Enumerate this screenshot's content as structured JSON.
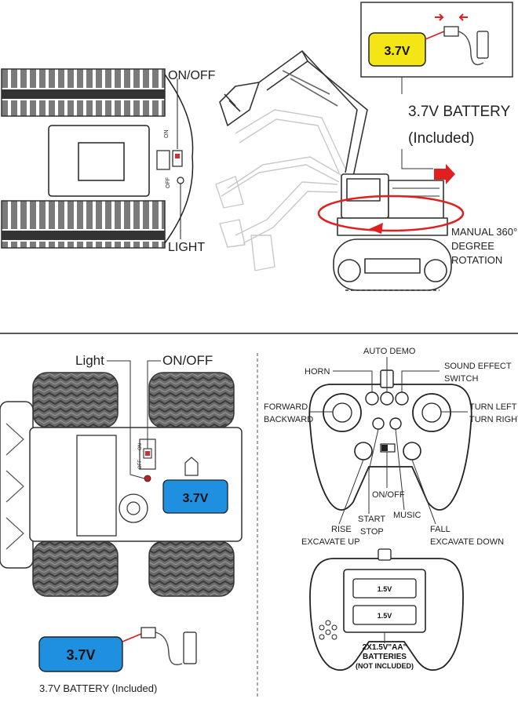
{
  "top": {
    "on_off": "ON/OFF",
    "light": "LIGHT",
    "switch_on": "ON",
    "switch_off": "OFF",
    "battery_badge": "3.7V",
    "battery_title": "3.7V BATTERY",
    "battery_note": "(Included)",
    "rotation_1": "MANUAL 360°",
    "rotation_2": "DEGREE",
    "rotation_3": "ROTATION"
  },
  "bottom_left": {
    "light": "Light",
    "on_off": "ON/OFF",
    "switch_on": "ON",
    "switch_off": "OFF",
    "body_badge": "3.7V",
    "battery_badge": "3.7V",
    "battery_caption": "3.7V BATTERY (Included)"
  },
  "controller": {
    "auto_demo": "AUTO DEMO",
    "horn": "HORN",
    "sound_effect_1": "SOUND EFFECT",
    "sound_effect_2": "SWITCH",
    "forward": "FORWARD",
    "backward": "BACKWARD",
    "turn_left": "TURN LEFT",
    "turn_right": "TURN RIGHT",
    "on_off": "ON/OFF",
    "start": "START",
    "stop": "STOP",
    "music": "MUSIC",
    "rise": "RISE",
    "excavate_up": "EXCAVATE UP",
    "fall": "FALL",
    "excavate_down": "EXCAVATE DOWN"
  },
  "controller_back": {
    "cell_1": "1.5V",
    "cell_2": "1.5V",
    "note_1": "2X1.5V\"AA\"",
    "note_2": "BATTERIES",
    "note_3": "(NOT INCLUDED)"
  },
  "colors": {
    "yellow_badge": "#f4e615",
    "blue_badge": "#1f8fe0",
    "red_arrow": "#e02020",
    "tire": "#6b6b6b"
  }
}
